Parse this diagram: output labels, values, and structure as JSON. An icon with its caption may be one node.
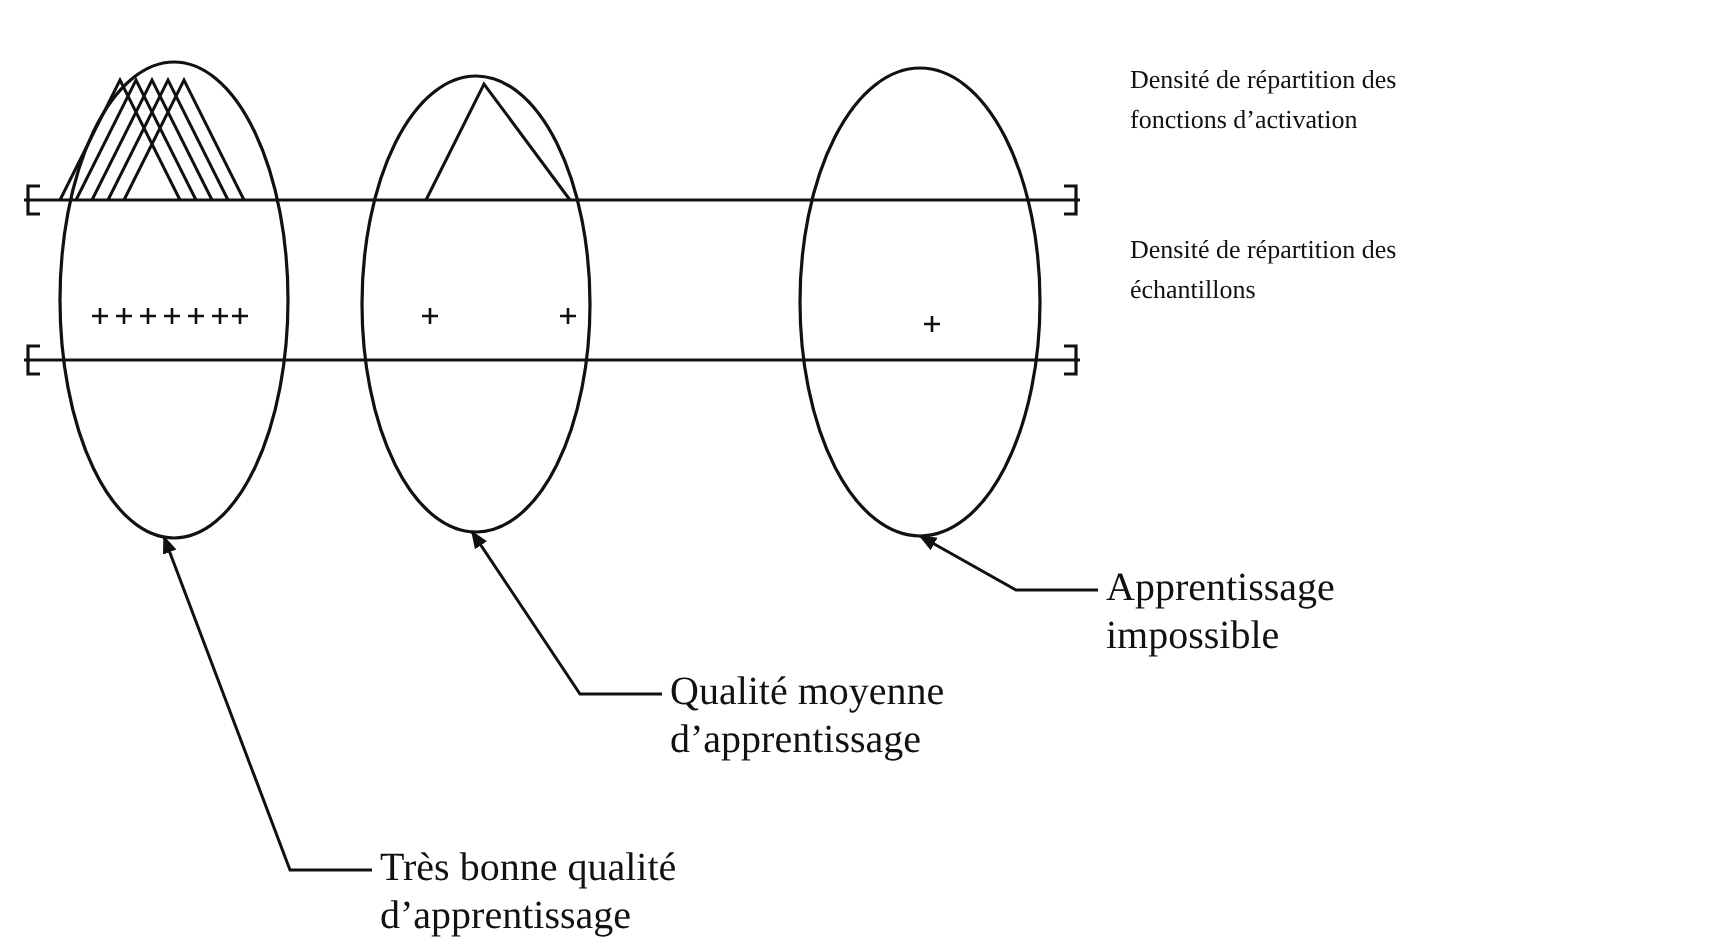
{
  "diagram": {
    "nodes": [
      {
        "text": [],
        "shape": "ellipse"
      },
      {
        "text": [],
        "shape": "ellipse"
      },
      {
        "text": [],
        "shape": "ellipse"
      },
      {
        "text": [
          "Apprentissage impossible"
        ]
      },
      {
        "text": [
          "Qualité moyenne d’apprentissage"
        ]
      },
      {
        "text": [
          "Très bonne qualité d’apprentissage"
        ]
      }
    ],
    "edges": [
      {
        "from": 3,
        "to": 2,
        "arrow": "to"
      },
      {
        "from": 4,
        "to": 1,
        "arrow": "to"
      },
      {
        "from": 5,
        "to": 0,
        "arrow": "to"
      }
    ],
    "labels": [
      "Densité de répartition des fonctions d’activation",
      "Densité de répartition des échantillons"
    ]
  }
}
